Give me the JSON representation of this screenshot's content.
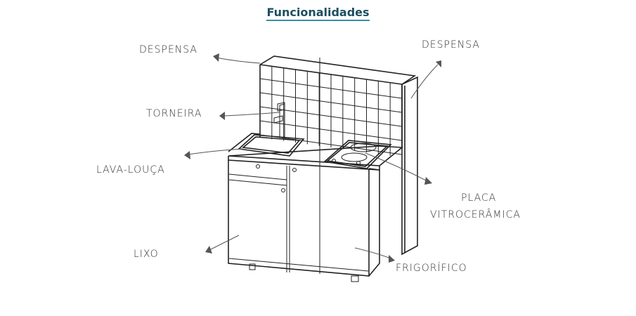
{
  "title": "Funcionalidades",
  "labels": {
    "despensa_left": "DESPENSA",
    "despensa_right": "DESPENSA",
    "torneira": "TORNEIRA",
    "lava_louca": "LAVA-LOUÇA",
    "placa_line1": "PLACA",
    "placa_line2": "VITROCERÂMICA",
    "lixo": "LIXO",
    "frigorifico": "FRIGORÍFICO"
  },
  "colors": {
    "title": "#1d4e62",
    "underline": "#3f8aa8",
    "ink": "#222222"
  }
}
